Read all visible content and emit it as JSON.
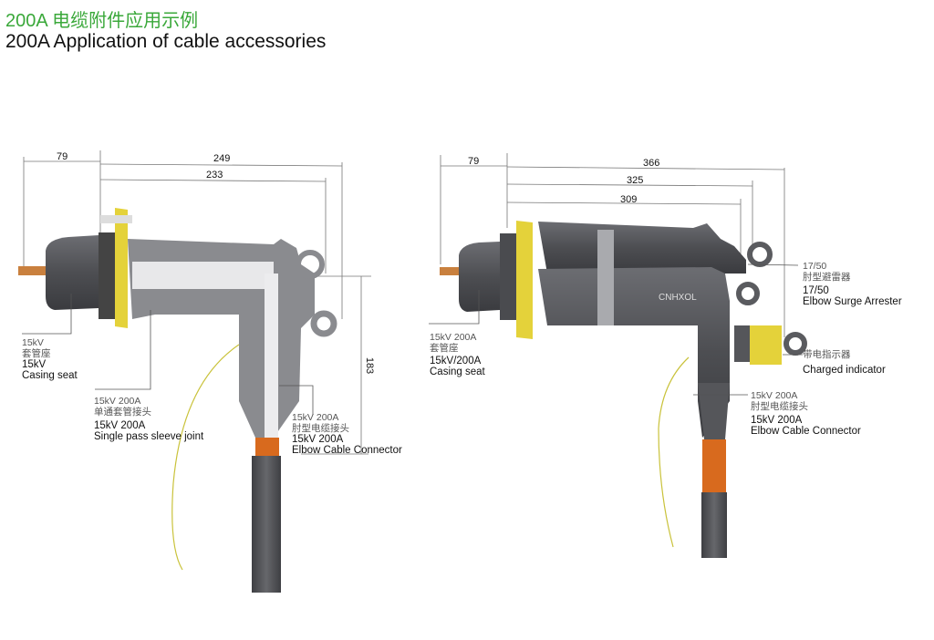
{
  "header": {
    "title_cn": "200A 电缆附件应用示例",
    "title_en": "200A Application of cable accessories"
  },
  "colors": {
    "title_green": "#3aa83a",
    "body_grey": "#5a5b5f",
    "flange_yellow": "#e4d23a",
    "stress_orange": "#d86a1e"
  },
  "left_figure": {
    "dimensions": {
      "d1": "79",
      "d2": "249",
      "d3": "233",
      "d4": "183"
    },
    "labels": [
      {
        "cn_line1": "15kV",
        "cn_line2": "套管座",
        "en_line1": "15kV",
        "en_line2": "Casing seat"
      },
      {
        "cn_line1": "15kV 200A",
        "cn_line2": "单通套管接头",
        "en_line1": "15kV 200A",
        "en_line2": "Single pass sleeve joint"
      },
      {
        "cn_line1": "15kV 200A",
        "cn_line2": "肘型电缆接头",
        "en_line1": "15kV 200A",
        "en_line2": "Elbow Cable Connector"
      }
    ]
  },
  "right_figure": {
    "dimensions": {
      "d1": "79",
      "d2": "366",
      "d3": "325",
      "d4": "309"
    },
    "brand": "CNHXOL",
    "labels": [
      {
        "cn_line1": "17/50",
        "cn_line2": "肘型避雷器",
        "en_line1": "17/50",
        "en_line2": "Elbow Surge Arrester"
      },
      {
        "cn_line1": "15kV 200A",
        "cn_line2": "套管座",
        "en_line1": "15kV/200A",
        "en_line2": "Casing seat"
      },
      {
        "cn_line1": "带电指示器",
        "en_line2": "Charged indicator"
      },
      {
        "cn_line1": "15kV 200A",
        "cn_line2": "肘型电缆接头",
        "en_line1": "15kV 200A",
        "en_line2": "Elbow Cable Connector"
      }
    ]
  }
}
